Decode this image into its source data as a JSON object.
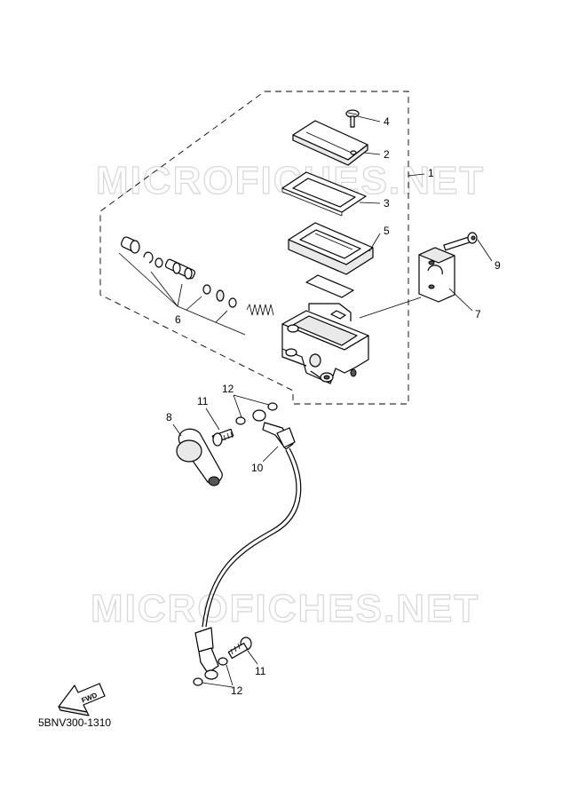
{
  "watermark": {
    "text": "MICROFICHES.NET",
    "color": "#d6d6d6"
  },
  "diagram_code": "5BNV300-1310",
  "fwd_label": "FWD",
  "callouts": {
    "c1": "1",
    "c2": "2",
    "c3": "3",
    "c4": "4",
    "c5": "5",
    "c6": "6",
    "c7": "7",
    "c8": "8",
    "c9": "9",
    "c10": "10",
    "c11a": "11",
    "c11b": "11",
    "c12a": "12",
    "c12b": "12"
  },
  "parts": [
    {
      "id": "screw",
      "icon": "screw-icon"
    },
    {
      "id": "cap",
      "icon": "reservoir-cap-icon"
    },
    {
      "id": "diaphragm-plate",
      "icon": "plate-icon"
    },
    {
      "id": "diaphragm",
      "icon": "diaphragm-icon"
    },
    {
      "id": "piston-kit",
      "icon": "piston-kit-icon"
    },
    {
      "id": "holder",
      "icon": "holder-icon"
    },
    {
      "id": "cover",
      "icon": "boot-cover-icon"
    },
    {
      "id": "holder-bolt",
      "icon": "bolt-icon"
    },
    {
      "id": "brake-hose",
      "icon": "hose-icon"
    },
    {
      "id": "union-bolt",
      "icon": "union-bolt-icon"
    },
    {
      "id": "gasket",
      "icon": "gasket-icon"
    }
  ]
}
